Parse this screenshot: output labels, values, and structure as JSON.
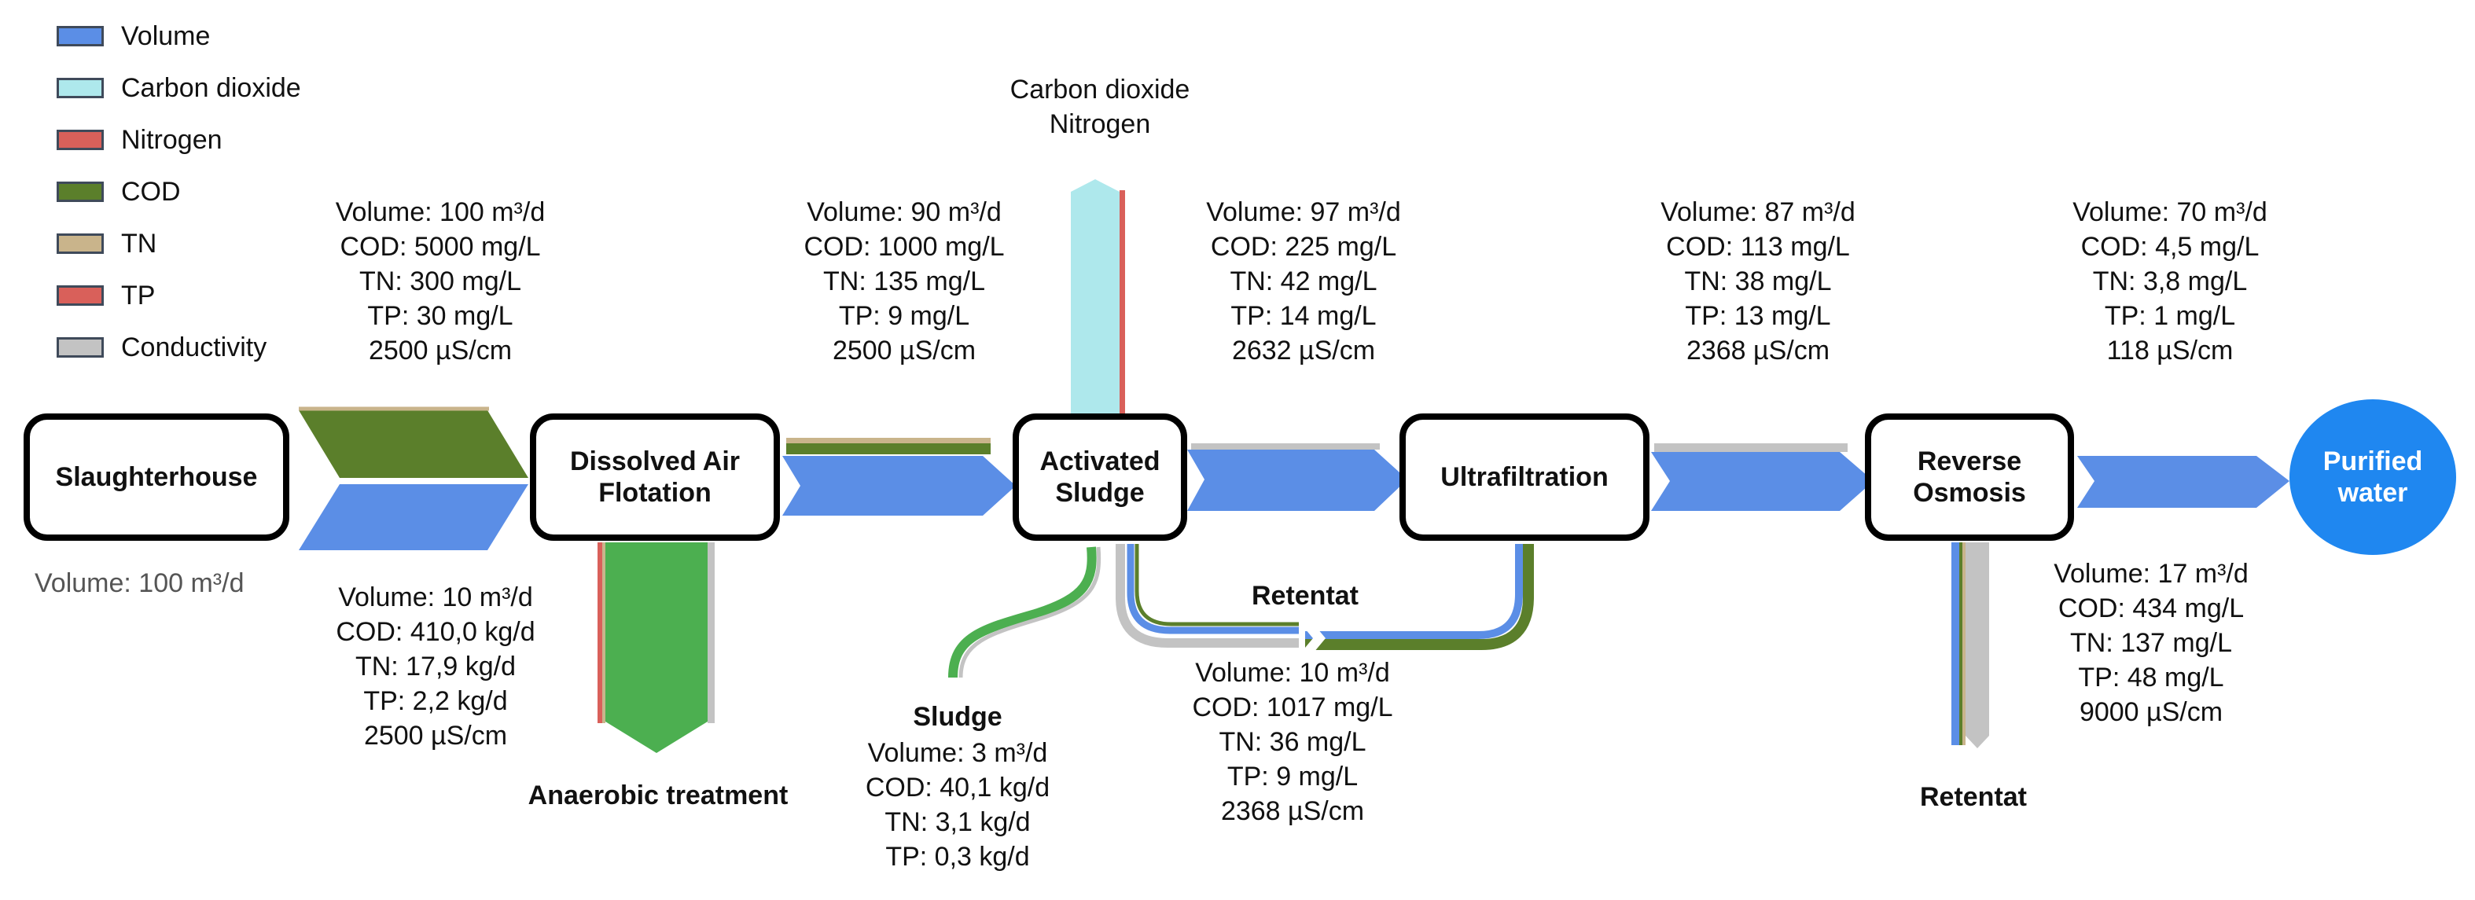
{
  "colors": {
    "volume": "#5b8ee6",
    "carbon_dioxide": "#aee8ec",
    "nitrogen": "#d9605a",
    "cod": "#5b7f2b",
    "tn": "#c9b48b",
    "tp": "#d9605a",
    "conductivity": "#c3c3c3",
    "sludge": "#4caf50",
    "anaerobic": "#4caf50",
    "purified": "#1f87f0"
  },
  "legend": [
    {
      "label": "Volume",
      "color": "#5b8ee6"
    },
    {
      "label": "Carbon dioxide",
      "color": "#aee8ec"
    },
    {
      "label": "Nitrogen",
      "color": "#d9605a"
    },
    {
      "label": "COD",
      "color": "#5b7f2b"
    },
    {
      "label": "TN",
      "color": "#c9b48b"
    },
    {
      "label": "TP",
      "color": "#d9605a"
    },
    {
      "label": "Conductivity",
      "color": "#c3c3c3"
    }
  ],
  "nodes": {
    "slaughterhouse": "Slaughterhouse",
    "daf": "Dissolved Air\nFlotation",
    "activated_sludge": "Activated\nSludge",
    "ultrafiltration": "Ultrafiltration",
    "reverse_osmosis": "Reverse\nOsmosis",
    "purified_water": "Purified\nwater"
  },
  "labels": {
    "carbon_dioxide": "Carbon dioxide",
    "nitrogen": "Nitrogen",
    "anaerobic_treatment": "Anaerobic treatment",
    "sludge": "Sludge",
    "retentat_uf": "Retentat",
    "retentat_ro": "Retentat"
  },
  "streams": {
    "source_volume": "Volume: 100 m³/d",
    "slaughter_to_daf": [
      "Volume: 100 m³/d",
      "COD: 5000 mg/L",
      "TN: 300 mg/L",
      "TP: 30 mg/L",
      "2500 µS/cm"
    ],
    "daf_to_as": [
      "Volume: 90 m³/d",
      "COD: 1000 mg/L",
      "TN: 135 mg/L",
      "TP: 9 mg/L",
      "2500 µS/cm"
    ],
    "as_to_uf": [
      "Volume: 97 m³/d",
      "COD: 225 mg/L",
      "TN: 42 mg/L",
      "TP: 14 mg/L",
      "2632 µS/cm"
    ],
    "uf_to_ro": [
      "Volume: 87 m³/d",
      "COD: 113 mg/L",
      "TN: 38 mg/L",
      "TP: 13 mg/L",
      "2368 µS/cm"
    ],
    "ro_to_purified": [
      "Volume: 70 m³/d",
      "COD: 4,5 mg/L",
      "TN: 3,8 mg/L",
      "TP: 1 mg/L",
      "118 µS/cm"
    ],
    "daf_to_anaerobic": [
      "Volume: 10 m³/d",
      "COD: 410,0 kg/d",
      "TN: 17,9 kg/d",
      "TP: 2,2 kg/d",
      "2500 µS/cm"
    ],
    "sludge": [
      "Volume: 3 m³/d",
      "COD: 40,1 kg/d",
      "TN: 3,1 kg/d",
      "TP: 0,3 kg/d"
    ],
    "uf_retentat": [
      "Volume: 10 m³/d",
      "COD: 1017 mg/L",
      "TN: 36 mg/L",
      "TP: 9 mg/L",
      "2368 µS/cm"
    ],
    "ro_retentat": [
      "Volume: 17 m³/d",
      "COD: 434 mg/L",
      "TN: 137 mg/L",
      "TP: 48 mg/L",
      "9000 µS/cm"
    ]
  }
}
